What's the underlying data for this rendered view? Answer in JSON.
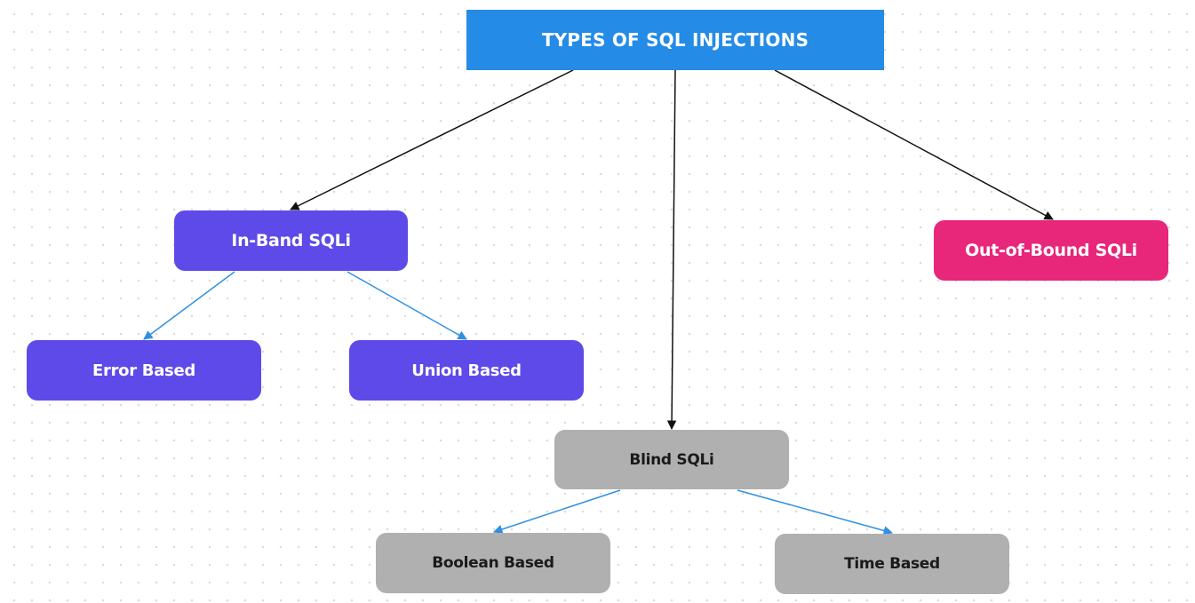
{
  "diagram": {
    "root": {
      "label": "TYPES OF SQL INJECTIONS",
      "color": "#248be6"
    },
    "in_band": {
      "label": "In-Band SQLi",
      "color": "#5d4ae8",
      "children": [
        {
          "label": "Error Based"
        },
        {
          "label": "Union Based"
        }
      ]
    },
    "blind": {
      "label": "Blind SQLi",
      "color": "#b0b0b0",
      "children": [
        {
          "label": "Boolean Based"
        },
        {
          "label": "Time Based"
        }
      ]
    },
    "out_of_bound": {
      "label": "Out-of-Bound SQLi",
      "color": "#e8267a"
    },
    "edge_colors": {
      "primary": "#111111",
      "secondary": "#2f8fe3"
    }
  }
}
